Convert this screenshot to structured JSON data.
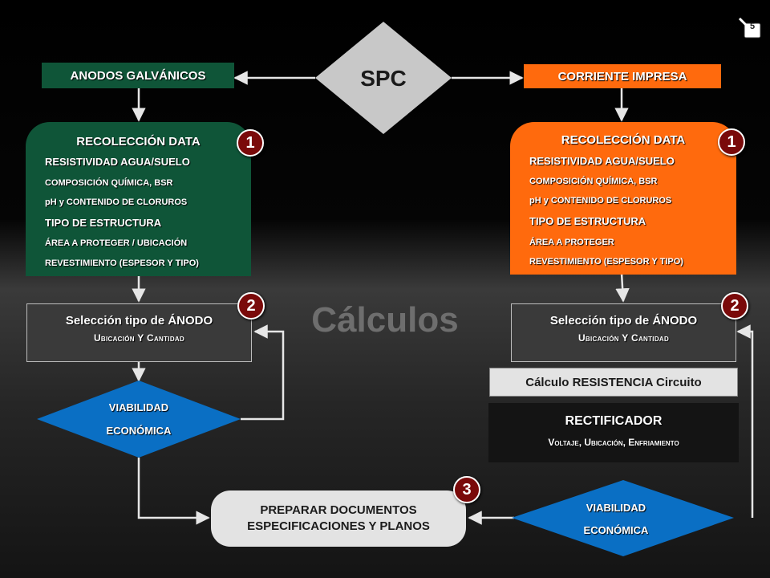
{
  "page_number": "5",
  "center": {
    "spc": "SPC",
    "calculos": "Cálculos"
  },
  "left": {
    "header": "ANODOS GALVÁNICOS",
    "data_box": {
      "title": "RECOLECCIÓN DATA",
      "line1": "RESISTIVIDAD AGUA/SUELO",
      "line2": "COMPOSICIÓN QUÍMICA, BSR",
      "line3": "pH y CONTENIDO DE CLORUROS",
      "line4": "TIPO DE ESTRUCTURA",
      "line5": "ÁREA A PROTEGER / UBICACIÓN",
      "line6": "REVESTIMIENTO (ESPESOR Y TIPO)"
    },
    "badge1": "1",
    "anodo": {
      "title": "Selección tipo de ÁNODO",
      "subtitle": "Ubicación Y Cantidad"
    },
    "badge2": "2",
    "viabilidad": {
      "line1": "VIABILIDAD",
      "line2": "ECONÓMICA"
    }
  },
  "right": {
    "header": "CORRIENTE IMPRESA",
    "data_box": {
      "title": "RECOLECCIÓN DATA",
      "line1": "RESISTIVIDAD AGUA/SUELO",
      "line2": "COMPOSICIÓN QUÍMICA, BSR",
      "line3": "pH y CONTENIDO DE CLORUROS",
      "line4": "TIPO DE ESTRUCTURA",
      "line5": "ÁREA A PROTEGER",
      "line6": "REVESTIMIENTO (ESPESOR Y TIPO)"
    },
    "badge1": "1",
    "anodo": {
      "title": "Selección tipo de ÁNODO",
      "subtitle": "Ubicación Y Cantidad"
    },
    "badge2": "2",
    "resistencia": "Cálculo RESISTENCIA Circuito",
    "rectificador": {
      "title": "RECTIFICADOR",
      "subtitle": "Voltaje, Ubicación, Enfriamiento"
    },
    "viabilidad": {
      "line1": "VIABILIDAD",
      "line2": "ECONÓMICA"
    }
  },
  "bottom": {
    "prep_line1": "PREPARAR DOCUMENTOS",
    "prep_line2": "ESPECIFICACIONES Y PLANOS",
    "badge3": "3"
  },
  "colors": {
    "green": "#0f5538",
    "orange": "#ff6a0d",
    "blue": "#0a6fc4",
    "badge": "#7a0a0a",
    "diamond_gray": "#c8c8c8"
  }
}
